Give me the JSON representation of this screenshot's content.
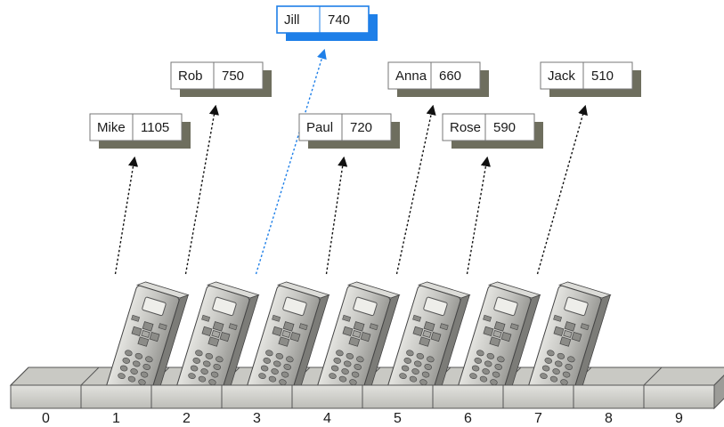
{
  "records": [
    {
      "name": "Mike",
      "value": "1105",
      "slot": 1,
      "highlighted": false
    },
    {
      "name": "Rob",
      "value": "750",
      "slot": 2,
      "highlighted": false
    },
    {
      "name": "Jill",
      "value": "740",
      "slot": 3,
      "highlighted": true
    },
    {
      "name": "Paul",
      "value": "720",
      "slot": 4,
      "highlighted": false
    },
    {
      "name": "Anna",
      "value": "660",
      "slot": 5,
      "highlighted": false
    },
    {
      "name": "Rose",
      "value": "590",
      "slot": 6,
      "highlighted": false
    },
    {
      "name": "Jack",
      "value": "510",
      "slot": 7,
      "highlighted": false
    }
  ],
  "slots": [
    "0",
    "1",
    "2",
    "3",
    "4",
    "5",
    "6",
    "7",
    "8",
    "9"
  ],
  "colors": {
    "highlight": "#1e7fe8",
    "shadow": "#6e6e5e",
    "record_border": "#777777",
    "tray_fill": "#d6d6d2",
    "tray_stroke": "#555555",
    "device_body": "#c6c6c2",
    "device_dark": "#8a8a86"
  }
}
